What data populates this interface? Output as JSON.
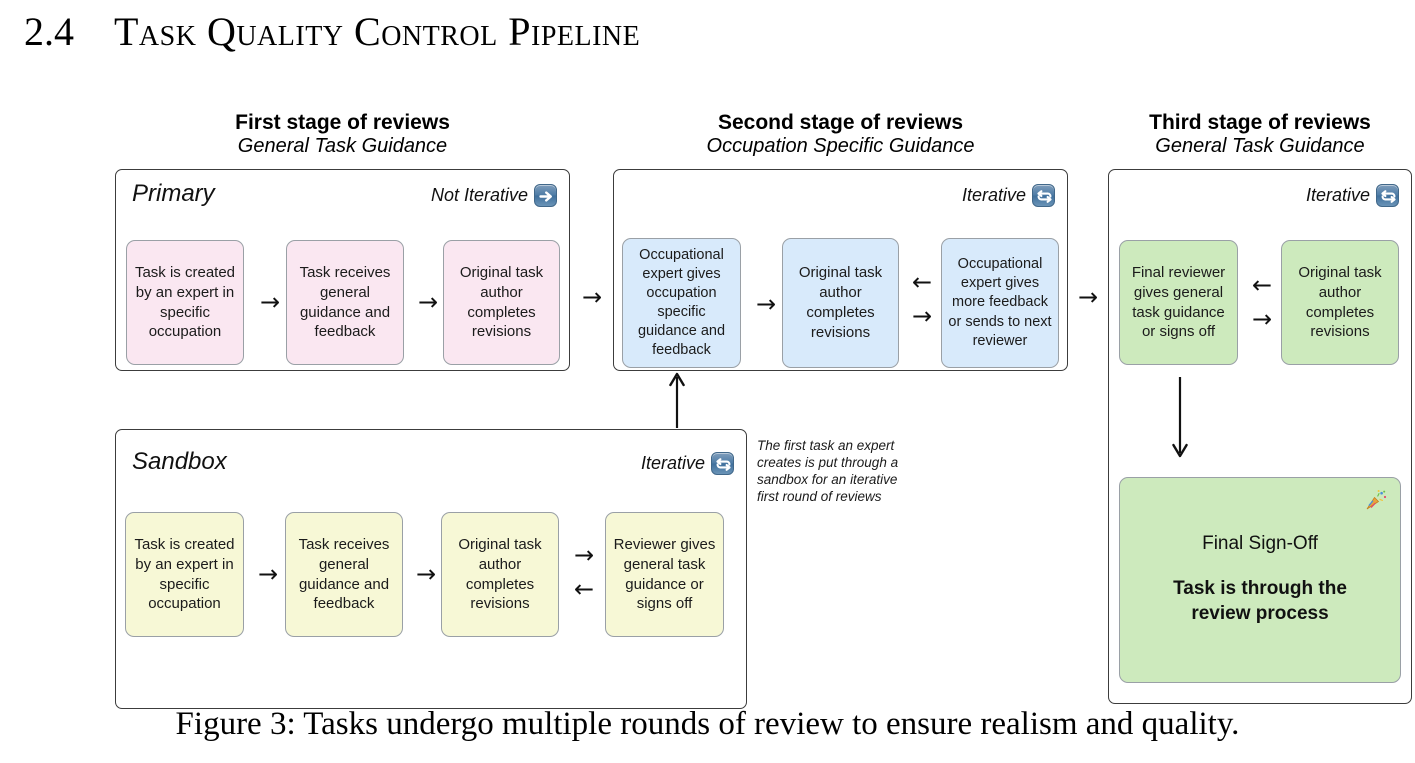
{
  "section": {
    "number": "2.4",
    "title": "Task Quality Control Pipeline"
  },
  "caption": "Figure 3: Tasks undergo multiple rounds of review to ensure realism and quality.",
  "stage_headers": [
    {
      "title": "First stage of reviews",
      "subtitle": "General Task Guidance"
    },
    {
      "title": "Second stage of reviews",
      "subtitle": "Occupation Specific Guidance"
    },
    {
      "title": "Third stage of reviews",
      "subtitle": "General Task Guidance"
    }
  ],
  "panels": {
    "primary": {
      "label": "Primary",
      "mode": "Not Iterative",
      "mode_icon": "right-arrow-badge-icon",
      "box_color": "#fae7f1",
      "boxes": [
        "Task is created by an expert in specific occupation",
        "Task receives general guidance and feedback",
        "Original task author completes revisions"
      ]
    },
    "second_stage": {
      "label": "",
      "mode": "Iterative",
      "mode_icon": "repeat-badge-icon",
      "box_color": "#d8eafb",
      "boxes": [
        "Occupational expert gives occupation specific guidance and feedback",
        "Original task author completes revisions",
        "Occupational expert gives more feedback or sends to next reviewer"
      ]
    },
    "third_stage": {
      "label": "",
      "mode": "Iterative",
      "mode_icon": "repeat-badge-icon",
      "box_color": "#cdeabd",
      "boxes": [
        "Final reviewer gives general task guidance or signs off",
        "Original task author completes revisions"
      ]
    },
    "sandbox": {
      "label": "Sandbox",
      "mode": "Iterative",
      "mode_icon": "repeat-badge-icon",
      "box_color": "#f7f8d6",
      "boxes": [
        "Task is created by an expert in specific occupation",
        "Task receives general guidance and feedback",
        "Original task author completes revisions",
        "Reviewer gives general task guidance or signs off"
      ]
    }
  },
  "side_note": "The first task an expert creates is put through a sandbox for an iterative first round of reviews",
  "final_signoff": {
    "title": "Final Sign-Off",
    "subtitle": "Task is through the review process",
    "icon": "party-popper-icon",
    "fill": "#cdeabd"
  },
  "arrows": {
    "right": "→",
    "left": "←",
    "up": "↑",
    "down": "↓"
  }
}
